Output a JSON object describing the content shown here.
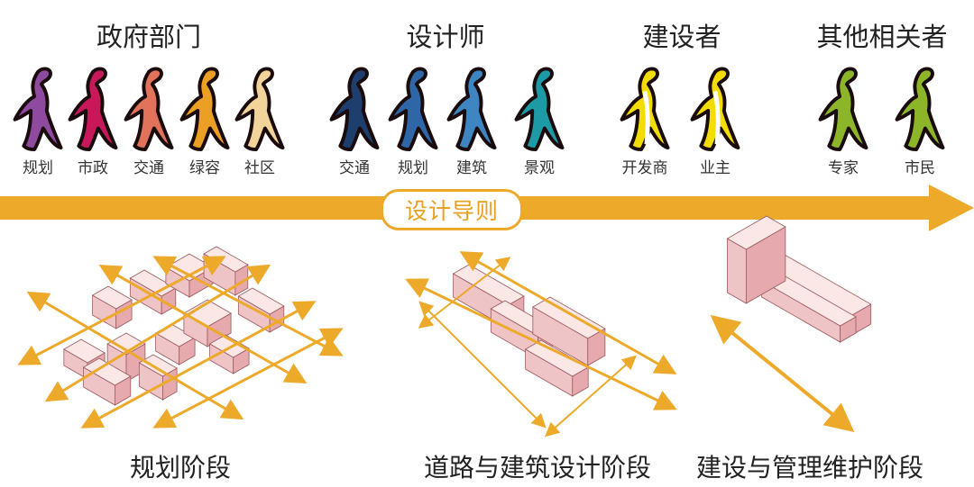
{
  "groups": [
    {
      "title": "政府部门",
      "roles": [
        {
          "label": "规划",
          "color": "#8E4A9E"
        },
        {
          "label": "市政",
          "color": "#C8185A"
        },
        {
          "label": "交通",
          "color": "#E0735A"
        },
        {
          "label": "绿容",
          "color": "#EBA023"
        },
        {
          "label": "社区",
          "color": "#F2D39A"
        }
      ]
    },
    {
      "title": "设计师",
      "roles": [
        {
          "label": "交通",
          "color": "#1E3F6E"
        },
        {
          "label": "规划",
          "color": "#2F66A8"
        },
        {
          "label": "建筑",
          "color": "#3E86C2"
        },
        {
          "label": "景观",
          "color": "#1C9AA6"
        }
      ]
    },
    {
      "title": "建设者",
      "roles": [
        {
          "label": "开发商",
          "color": "#F3DD00"
        },
        {
          "label": "业主",
          "color": "#F3DD00"
        }
      ]
    },
    {
      "title": "其他相关者",
      "roles": [
        {
          "label": "专家",
          "color": "#8DB52A"
        },
        {
          "label": "市民",
          "color": "#8DB52A"
        }
      ]
    }
  ],
  "timeline": {
    "label": "设计导则",
    "color": "#EDA92A"
  },
  "stages": [
    {
      "label": "规划阶段"
    },
    {
      "label": "道路与建筑设计阶段"
    },
    {
      "label": "建设与管理维护阶段"
    }
  ]
}
